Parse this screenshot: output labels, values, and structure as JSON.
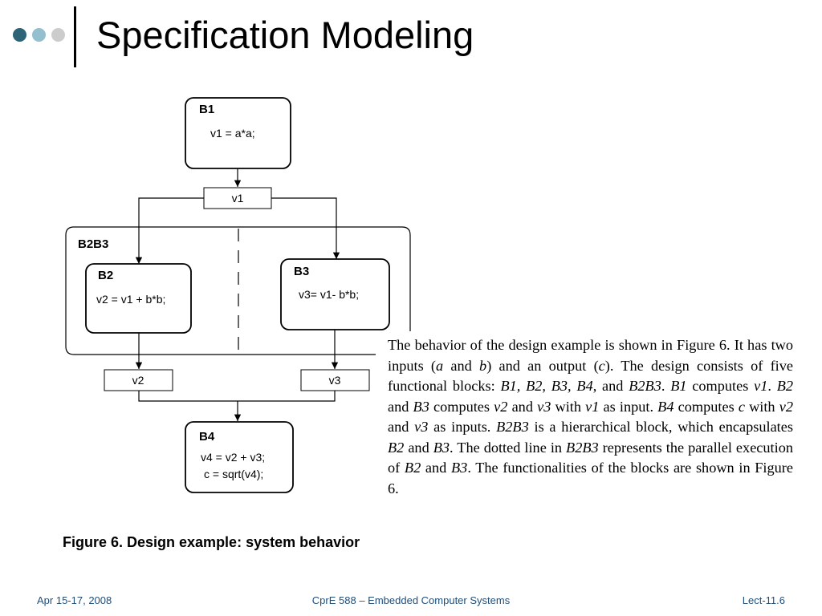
{
  "slide": {
    "title": "Specification Modeling",
    "dot_colors": [
      "#2e6478",
      "#93bfcf",
      "#cccccc"
    ]
  },
  "diagram": {
    "blocks": {
      "b1": {
        "name": "B1",
        "code": [
          "v1 = a*a;"
        ]
      },
      "b2b3": {
        "name": "B2B3"
      },
      "b2": {
        "name": "B2",
        "code": [
          "v2 = v1 + b*b;"
        ]
      },
      "b3": {
        "name": "B3",
        "code": [
          "v3= v1- b*b;"
        ]
      },
      "b4": {
        "name": "B4",
        "code": [
          "v4 = v2 + v3;",
          "c = sqrt(v4);"
        ]
      }
    },
    "variables": {
      "v1": "v1",
      "v2": "v2",
      "v3": "v3"
    }
  },
  "description": {
    "segments": [
      {
        "t": "The behavior of the design example is shown in Figure 6. It has two inputs ("
      },
      {
        "t": "a",
        "i": true
      },
      {
        "t": " and "
      },
      {
        "t": "b",
        "i": true
      },
      {
        "t": ") and an output ("
      },
      {
        "t": "c",
        "i": true
      },
      {
        "t": "). The design consists of five functional blocks: "
      },
      {
        "t": "B1, B2, B3, B4",
        "i": true
      },
      {
        "t": ", and "
      },
      {
        "t": "B2B3",
        "i": true
      },
      {
        "t": ". "
      },
      {
        "t": "B1",
        "i": true
      },
      {
        "t": " computes "
      },
      {
        "t": "v1",
        "i": true
      },
      {
        "t": ". "
      },
      {
        "t": "B2",
        "i": true
      },
      {
        "t": " and "
      },
      {
        "t": "B3",
        "i": true
      },
      {
        "t": " computes "
      },
      {
        "t": "v2",
        "i": true
      },
      {
        "t": " and "
      },
      {
        "t": "v3",
        "i": true
      },
      {
        "t": " with "
      },
      {
        "t": "v1",
        "i": true
      },
      {
        "t": " as input. "
      },
      {
        "t": "B4",
        "i": true
      },
      {
        "t": " computes "
      },
      {
        "t": "c",
        "i": true
      },
      {
        "t": " with "
      },
      {
        "t": "v2",
        "i": true
      },
      {
        "t": " and "
      },
      {
        "t": "v3",
        "i": true
      },
      {
        "t": " as inputs. "
      },
      {
        "t": "B2B3",
        "i": true
      },
      {
        "t": " is a hierarchical block, which encapsulates "
      },
      {
        "t": "B2",
        "i": true
      },
      {
        "t": " and "
      },
      {
        "t": "B3",
        "i": true
      },
      {
        "t": ". The dotted line in "
      },
      {
        "t": "B2B3",
        "i": true
      },
      {
        "t": " represents the parallel execution of "
      },
      {
        "t": "B2",
        "i": true
      },
      {
        "t": " and "
      },
      {
        "t": "B3",
        "i": true
      },
      {
        "t": ". The functionalities of the blocks are shown in Figure 6."
      }
    ]
  },
  "caption": "Figure 6. Design example:  system behavior",
  "footer": {
    "date": "Apr 15-17, 2008",
    "course": "CprE 588 – Embedded Computer Systems",
    "lecture": "Lect-11.6"
  }
}
